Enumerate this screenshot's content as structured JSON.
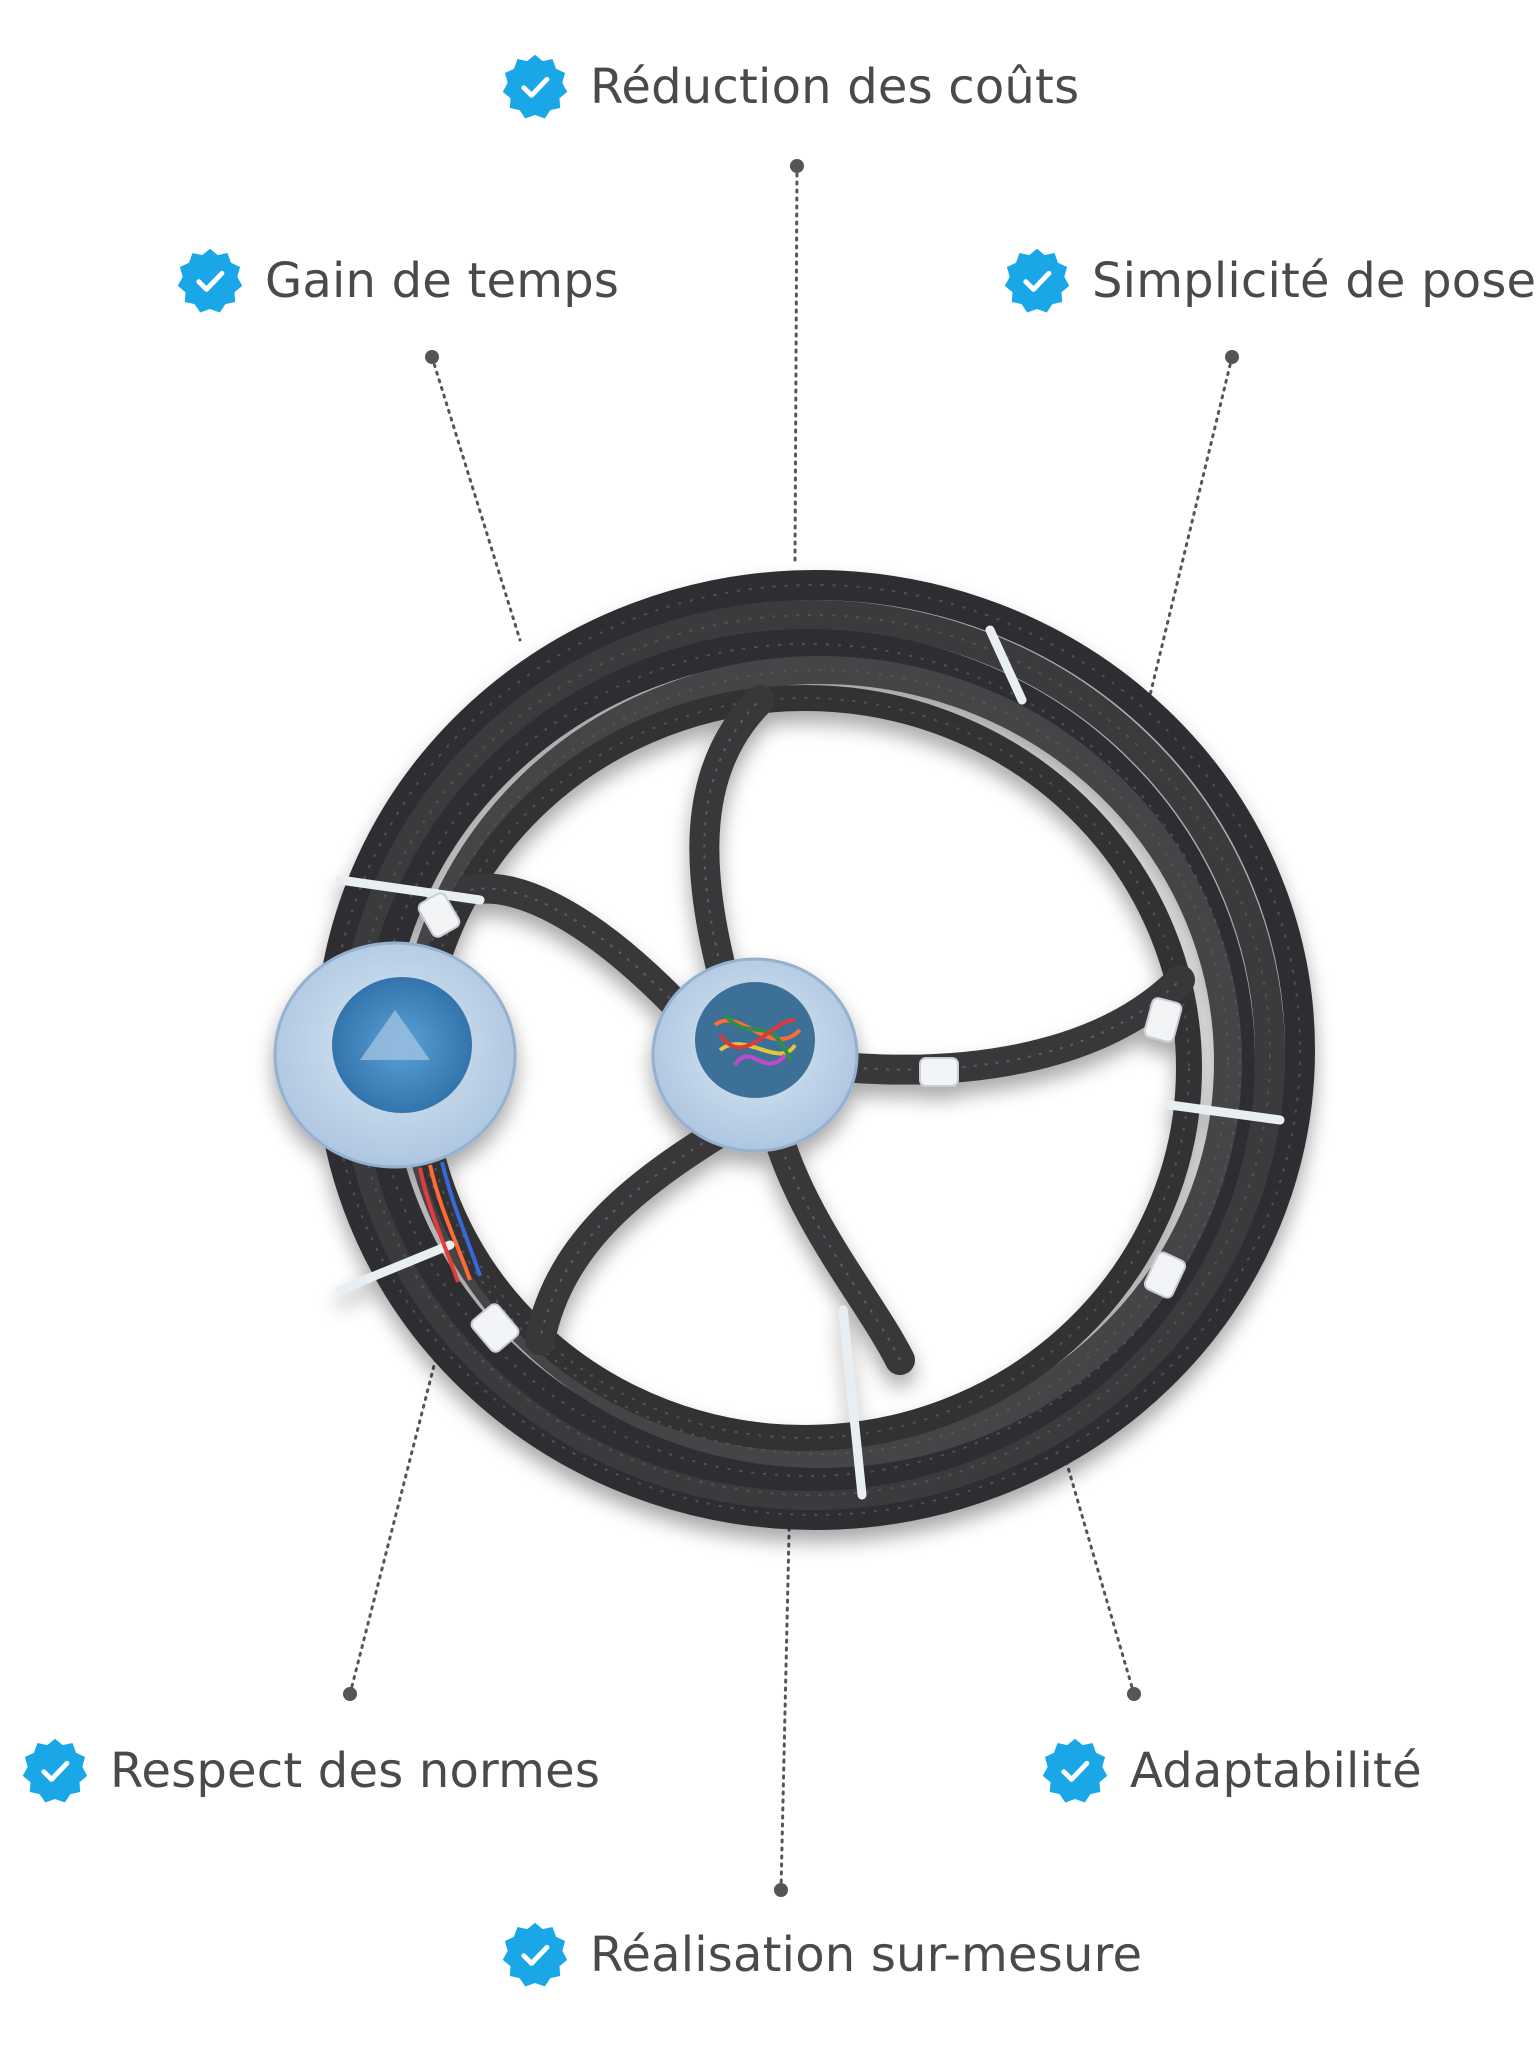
{
  "features": {
    "reduction_couts": "Réduction des coûts",
    "gain_temps": "Gain de temps",
    "simplicite_pose": "Simplicité de pose",
    "respect_normes": "Respect des normes",
    "adaptabilite": "Adaptabilité",
    "realisation_sur_mesure": "Réalisation sur-mesure"
  },
  "colors": {
    "badge": "#1aa7e8",
    "text": "#4a4a4a",
    "cable": "#3a3a3c",
    "box": "#bcd3ea",
    "connector_line": "#555555"
  },
  "icons": {
    "badge": "check-badge-icon",
    "product": "pre-wired-cable-coil-image"
  }
}
